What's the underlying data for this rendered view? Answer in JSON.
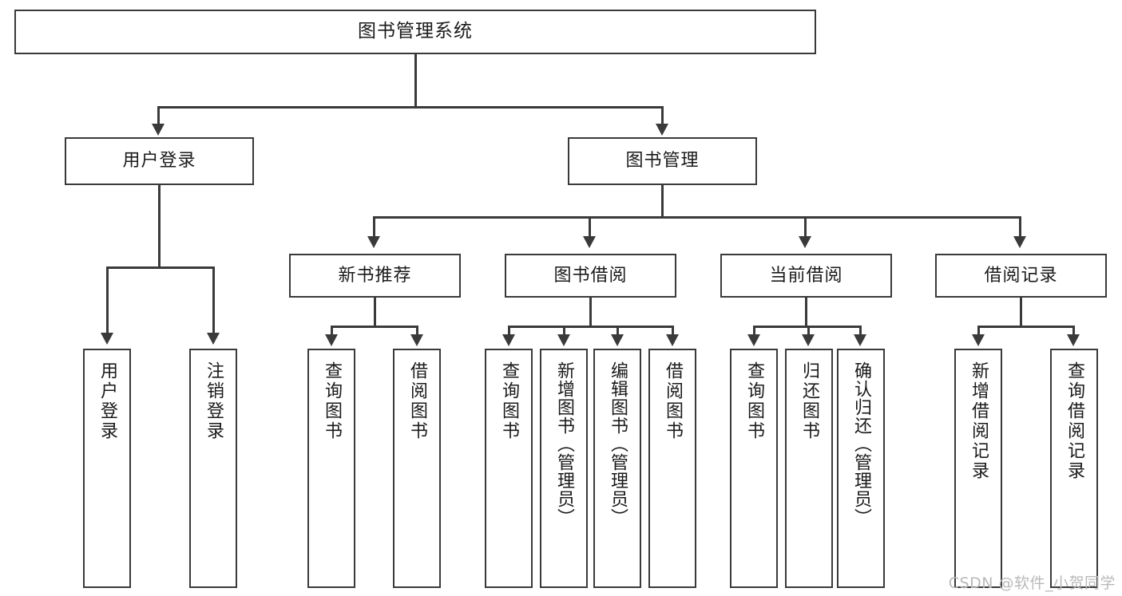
{
  "diagram": {
    "title": "图书管理系统",
    "watermark": "CSDN @软件_小贺同学",
    "root": {
      "label": "图书管理系统"
    },
    "level1": [
      {
        "label": "用户登录"
      },
      {
        "label": "图书管理"
      }
    ],
    "level2": [
      {
        "label": "新书推荐"
      },
      {
        "label": "图书借阅"
      },
      {
        "label": "当前借阅"
      },
      {
        "label": "借阅记录"
      }
    ],
    "leaves": {
      "user_login": [
        {
          "label": "用户登录"
        },
        {
          "label": "注销登录"
        }
      ],
      "new_book_recommend": [
        {
          "label": "查询图书"
        },
        {
          "label": "借阅图书"
        }
      ],
      "book_borrow": [
        {
          "label": "查询图书"
        },
        {
          "label": "新增图书（管理员）"
        },
        {
          "label": "编辑图书（管理员）"
        },
        {
          "label": "借阅图书"
        }
      ],
      "current_borrow": [
        {
          "label": "查询图书"
        },
        {
          "label": "归还图书"
        },
        {
          "label": "确认归还（管理员）"
        }
      ],
      "borrow_record": [
        {
          "label": "新增借阅记录"
        },
        {
          "label": "查询借阅记录"
        }
      ]
    },
    "colors": {
      "stroke": "#3a3a3a",
      "fill": "#ffffff",
      "text": "#1a1a1a",
      "watermark": "#b9b9b9"
    }
  }
}
